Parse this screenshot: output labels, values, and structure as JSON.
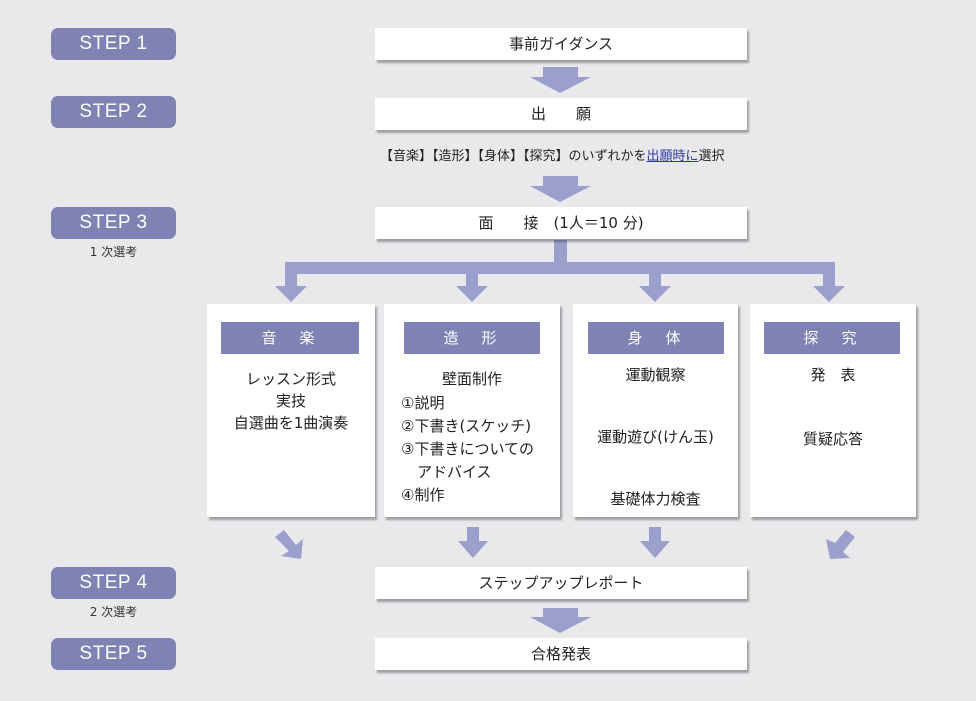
{
  "steps": [
    {
      "label": "STEP 1",
      "sub": ""
    },
    {
      "label": "STEP 2",
      "sub": ""
    },
    {
      "label": "STEP 3",
      "sub": "1 次選考"
    },
    {
      "label": "STEP 4",
      "sub": "2 次選考"
    },
    {
      "label": "STEP 5",
      "sub": ""
    }
  ],
  "boxes": {
    "s1": "事前ガイダンス",
    "s2": "出　　願",
    "s3": "面　　接　(1人＝10 分)",
    "s4": "ステップアップレポート",
    "s5": "合格発表"
  },
  "note": {
    "part1": "【音楽】【造形】【身体】【探究】のいずれかを",
    "highlight": "出願時に",
    "part2": "選択"
  },
  "columns": {
    "music": {
      "header": "音　楽",
      "lines": [
        "レッスン形式",
        "実技",
        "自選曲を1曲演奏"
      ]
    },
    "art": {
      "header": "造　形",
      "title": "壁面制作",
      "items": [
        "①説明",
        "②下書き(スケッチ)",
        "③下書きについての",
        "アドバイス",
        "④制作"
      ]
    },
    "body": {
      "header": "身　体",
      "stages": [
        "運動観察",
        "運動遊び(けん玉)",
        "基礎体力検査"
      ]
    },
    "inquiry": {
      "header": "探　究",
      "stages": [
        "発　表",
        "質疑応答"
      ]
    }
  },
  "colors": {
    "background": "#e9e9ec",
    "step_pill": "#7e83b4",
    "arrow": "#9b9fcc",
    "box": "#ffffff",
    "highlight": "#2e38a0"
  }
}
